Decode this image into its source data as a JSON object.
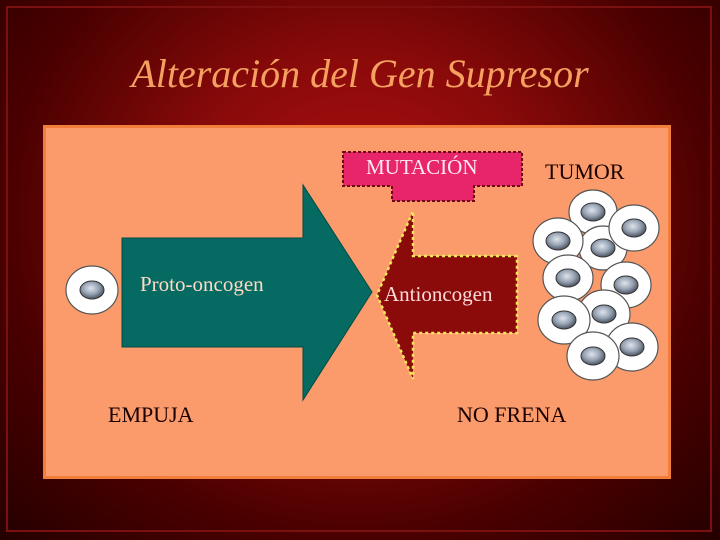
{
  "slide": {
    "title": "Alteración del Gen Supresor"
  },
  "diagram": {
    "proto_oncogen_label": "Proto-oncogen",
    "empuja_label": "EMPUJA",
    "mutacion_label": "MUTACIÓN",
    "tumor_label": "TUMOR",
    "antioncogen_label": "Antioncogen",
    "no_frena_label": "NO FRENA"
  },
  "colors": {
    "background": "#8a0a0a",
    "title": "#f5a060",
    "panel": "#fb9b6b",
    "panel_border": "#f17e3a",
    "teal_arrow": "#056a62",
    "red_arrow": "#8b0a0a",
    "mutation_callout": "#e8246a",
    "cell_nucleus": "#8e9aab"
  }
}
